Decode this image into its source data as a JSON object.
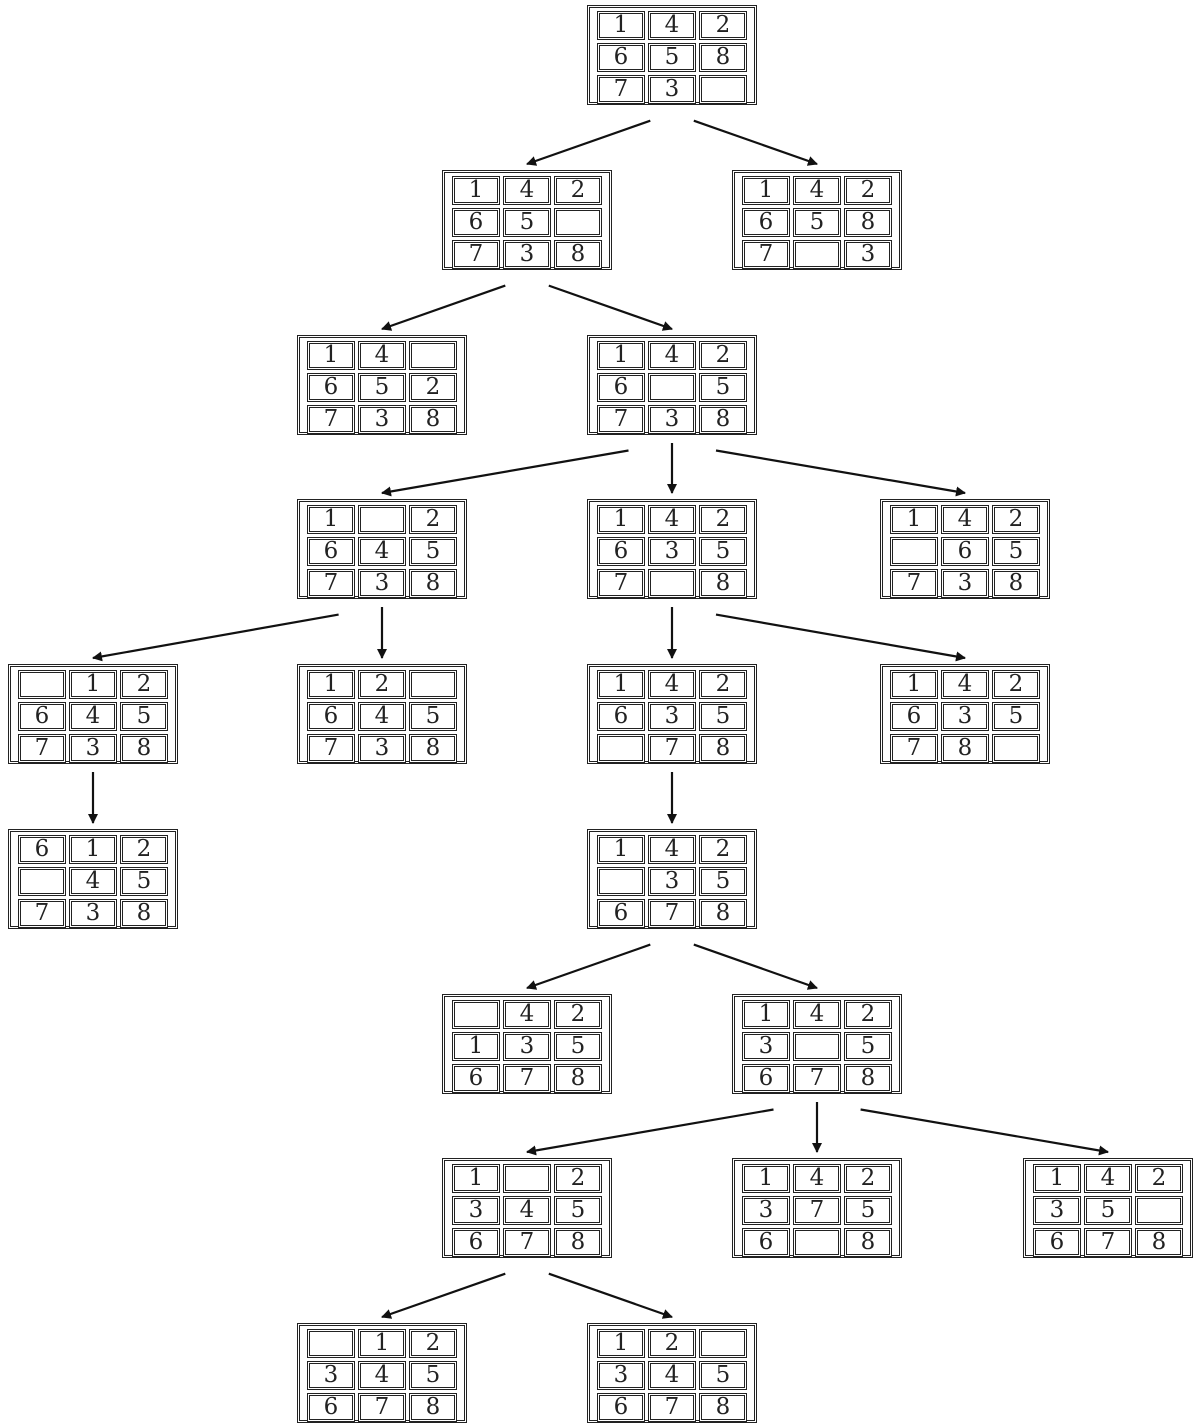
{
  "nodes": [
    {
      "id": "n0",
      "cells": [
        "1",
        "4",
        "2",
        "6",
        "5",
        "8",
        "7",
        "3",
        ""
      ]
    },
    {
      "id": "n1",
      "cells": [
        "1",
        "4",
        "2",
        "6",
        "5",
        "",
        "7",
        "3",
        "8"
      ]
    },
    {
      "id": "n2",
      "cells": [
        "1",
        "4",
        "2",
        "6",
        "5",
        "8",
        "7",
        "",
        "3"
      ]
    },
    {
      "id": "n3",
      "cells": [
        "1",
        "4",
        "",
        "6",
        "5",
        "2",
        "7",
        "3",
        "8"
      ]
    },
    {
      "id": "n4",
      "cells": [
        "1",
        "4",
        "2",
        "6",
        "",
        "5",
        "7",
        "3",
        "8"
      ]
    },
    {
      "id": "n5",
      "cells": [
        "1",
        "",
        "2",
        "6",
        "4",
        "5",
        "7",
        "3",
        "8"
      ]
    },
    {
      "id": "n6",
      "cells": [
        "1",
        "4",
        "2",
        "6",
        "3",
        "5",
        "7",
        "",
        "8"
      ]
    },
    {
      "id": "n7",
      "cells": [
        "1",
        "4",
        "2",
        "",
        "6",
        "5",
        "7",
        "3",
        "8"
      ]
    },
    {
      "id": "n8",
      "cells": [
        "",
        "1",
        "2",
        "6",
        "4",
        "5",
        "7",
        "3",
        "8"
      ]
    },
    {
      "id": "n9",
      "cells": [
        "1",
        "2",
        "",
        "6",
        "4",
        "5",
        "7",
        "3",
        "8"
      ]
    },
    {
      "id": "n10",
      "cells": [
        "1",
        "4",
        "2",
        "6",
        "3",
        "5",
        "",
        "7",
        "8"
      ]
    },
    {
      "id": "n11",
      "cells": [
        "1",
        "4",
        "2",
        "6",
        "3",
        "5",
        "7",
        "8",
        ""
      ]
    },
    {
      "id": "n12",
      "cells": [
        "6",
        "1",
        "2",
        "",
        "4",
        "5",
        "7",
        "3",
        "8"
      ]
    },
    {
      "id": "n13",
      "cells": [
        "1",
        "4",
        "2",
        "",
        "3",
        "5",
        "6",
        "7",
        "8"
      ]
    },
    {
      "id": "n14",
      "cells": [
        "",
        "4",
        "2",
        "1",
        "3",
        "5",
        "6",
        "7",
        "8"
      ]
    },
    {
      "id": "n15",
      "cells": [
        "1",
        "4",
        "2",
        "3",
        "",
        "5",
        "6",
        "7",
        "8"
      ]
    },
    {
      "id": "n16",
      "cells": [
        "1",
        "",
        "2",
        "3",
        "4",
        "5",
        "6",
        "7",
        "8"
      ]
    },
    {
      "id": "n17",
      "cells": [
        "1",
        "4",
        "2",
        "3",
        "7",
        "5",
        "6",
        "",
        "8"
      ]
    },
    {
      "id": "n18",
      "cells": [
        "1",
        "4",
        "2",
        "3",
        "5",
        "",
        "6",
        "7",
        "8"
      ]
    },
    {
      "id": "n19",
      "cells": [
        "",
        "1",
        "2",
        "3",
        "4",
        "5",
        "6",
        "7",
        "8"
      ]
    },
    {
      "id": "n20",
      "cells": [
        "1",
        "2",
        "",
        "3",
        "4",
        "5",
        "6",
        "7",
        "8"
      ]
    }
  ],
  "edges": [
    [
      "n0",
      "n1"
    ],
    [
      "n0",
      "n2"
    ],
    [
      "n1",
      "n3"
    ],
    [
      "n1",
      "n4"
    ],
    [
      "n4",
      "n5"
    ],
    [
      "n4",
      "n6"
    ],
    [
      "n4",
      "n7"
    ],
    [
      "n5",
      "n8"
    ],
    [
      "n5",
      "n9"
    ],
    [
      "n6",
      "n10"
    ],
    [
      "n6",
      "n11"
    ],
    [
      "n8",
      "n12"
    ],
    [
      "n10",
      "n13"
    ],
    [
      "n13",
      "n14"
    ],
    [
      "n13",
      "n15"
    ],
    [
      "n15",
      "n16"
    ],
    [
      "n15",
      "n17"
    ],
    [
      "n15",
      "n18"
    ],
    [
      "n16",
      "n19"
    ],
    [
      "n16",
      "n20"
    ]
  ]
}
